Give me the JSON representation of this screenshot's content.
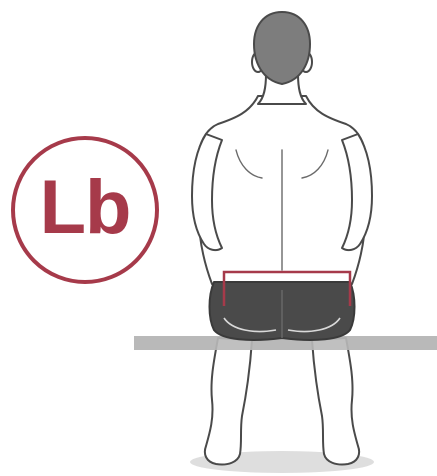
{
  "badge": {
    "label": "Lb"
  },
  "colors": {
    "accent": "#a63a4a",
    "body_outline": "#4a4a4a",
    "hair": "#7a7a7a",
    "shorts": "#4a4a4a",
    "bench": "#b8b8b8",
    "shadow": "#d9d9d9"
  },
  "icons": [
    "person-seated-back-view",
    "bench",
    "measurement-region-marker"
  ]
}
